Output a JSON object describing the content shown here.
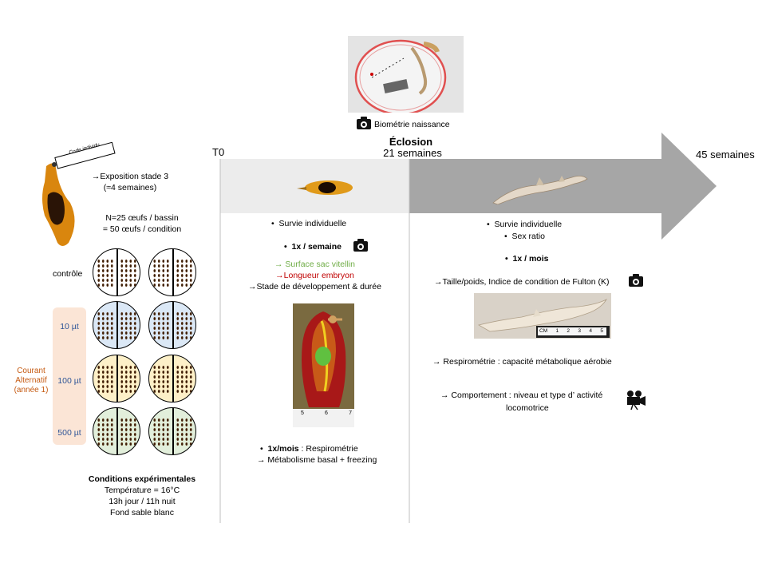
{
  "header": {
    "t0": "T0",
    "hatching_title": "Éclosion",
    "hatching_weeks": "21 semaines",
    "end_weeks": "45 semaines",
    "birth_caption": "Biométrie naissance"
  },
  "egg_tag": "Code individu",
  "setup": {
    "exposure_line1": "→Exposition stade 3",
    "exposure_line2": "(≈4 semaines)",
    "count_line1": "N=25 œufs / bassin",
    "count_line2": "= 50 œufs / condition"
  },
  "conditions": {
    "control_label": "contrôle",
    "current_label_1": "Courant",
    "current_label_2": "Alternatif",
    "current_label_3": "(année 1)",
    "rows": [
      {
        "label": "",
        "color": "#ffffff"
      },
      {
        "label": "10 µt",
        "color": "#dbe8f6"
      },
      {
        "label": "100 µt",
        "color": "#fdf0c8"
      },
      {
        "label": "500 µt",
        "color": "#e2efdb"
      }
    ],
    "label_color": "#2f5597",
    "current_color": "#c55a11",
    "band_color": "#fbe5d6"
  },
  "experimental": {
    "title": "Conditions  expérimentales",
    "temp": "Température = 16°C",
    "light": "13h jour / 11h nuit",
    "background": "Fond sable blanc"
  },
  "phase1": {
    "survival": "Survie individuelle",
    "freq": "1x / semaine",
    "yolk": "→ Surface sac vitellin",
    "embryo_length": "→Longueur embryon",
    "stage": "→Stade de développement & durée",
    "monthly_bold": "1x/mois",
    "monthly_rest": " : Respirométrie",
    "metabolism": "→  Métabolisme basal + freezing",
    "yolk_color": "#70ad47",
    "embryo_color": "#c00000"
  },
  "phase2": {
    "survival": "Survie individuelle",
    "sex_ratio": "Sex ratio",
    "freq": "1x / mois",
    "size": "→Taille/poids, Indice de condition de Fulton (K)",
    "resp": "→  Respirométrie : capacité métabolique aérobie",
    "behav_line1": "→  Comportement : niveau et type d’ activité",
    "behav_line2": "locomotrice"
  },
  "ruler_ticks": [
    "5",
    "6",
    "7"
  ],
  "ruler_ticks_b": [
    "CM",
    "1",
    "2",
    "3",
    "4",
    "5"
  ],
  "colors": {
    "band_light": "#ececec",
    "band_dark": "#a6a6a6",
    "divider": "#bfbfbf"
  }
}
